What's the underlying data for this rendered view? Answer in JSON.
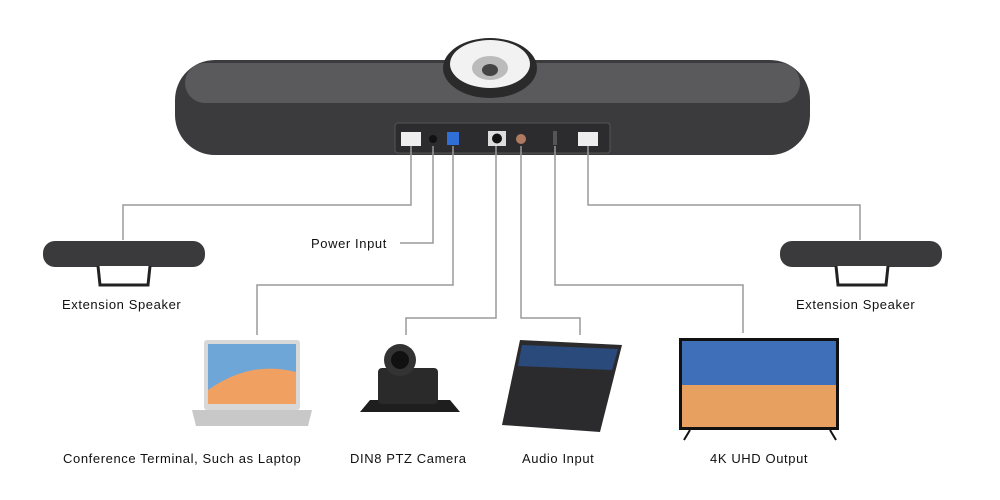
{
  "labels": {
    "power_input": "Power Input",
    "extension_speaker_left": "Extension Speaker",
    "extension_speaker_right": "Extension Speaker",
    "laptop": "Conference Terminal, Such as Laptop",
    "camera": "DIN8 PTZ Camera",
    "audio": "Audio Input",
    "tv": "4K UHD Output"
  },
  "colors": {
    "line": "#9a9a9a",
    "device": "#3a3a3c",
    "usb_port": "#2f6fd6"
  }
}
